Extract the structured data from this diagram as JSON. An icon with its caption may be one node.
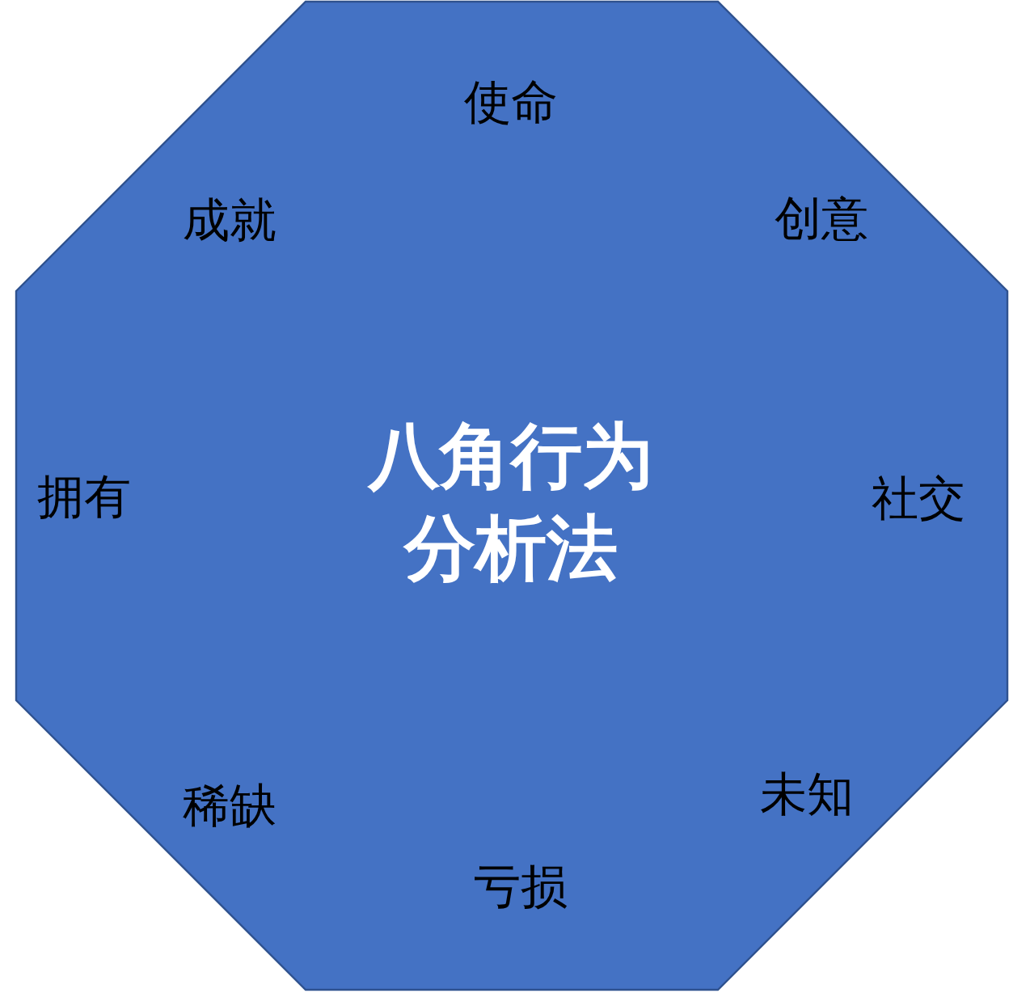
{
  "diagram": {
    "nodes": [
      {
        "text": [
          "使命",
          "成就",
          "创意",
          "拥有",
          "八角行为分析法",
          "社交",
          "稀缺",
          "未知",
          "亏损"
        ]
      }
    ]
  }
}
